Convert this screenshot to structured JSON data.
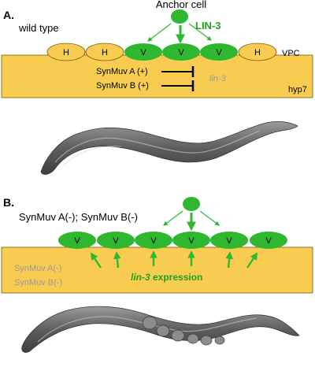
{
  "panel_a": {
    "letter": "A.",
    "genotype": "wild type",
    "anchor_cell": "Anchor cell",
    "signal": "LIN-3",
    "vpcs": [
      "H",
      "H",
      "V",
      "V",
      "V",
      "H"
    ],
    "vpc_label": "VPC",
    "repressor_1": "SynMuv A (+)",
    "repressor_2": "SynMuv B (+)",
    "gene": "lin-3",
    "tissue": "hyp7"
  },
  "panel_b": {
    "letter": "B.",
    "genotype": "SynMuv A(-); SynMuv B(-)",
    "vpcs": [
      "V",
      "V",
      "V",
      "V",
      "V",
      "V"
    ],
    "mutant_1": "SynMuv A(-)",
    "mutant_2": "SynMuv B(-)",
    "gene": "lin-3",
    "expression": " expression"
  },
  "colors": {
    "green": "#2fb82f",
    "green_text": "#1fa01f",
    "yellow": "#f8cc50",
    "yellow_border": "#7a5a10",
    "grey_text": "#9a9a9a"
  }
}
